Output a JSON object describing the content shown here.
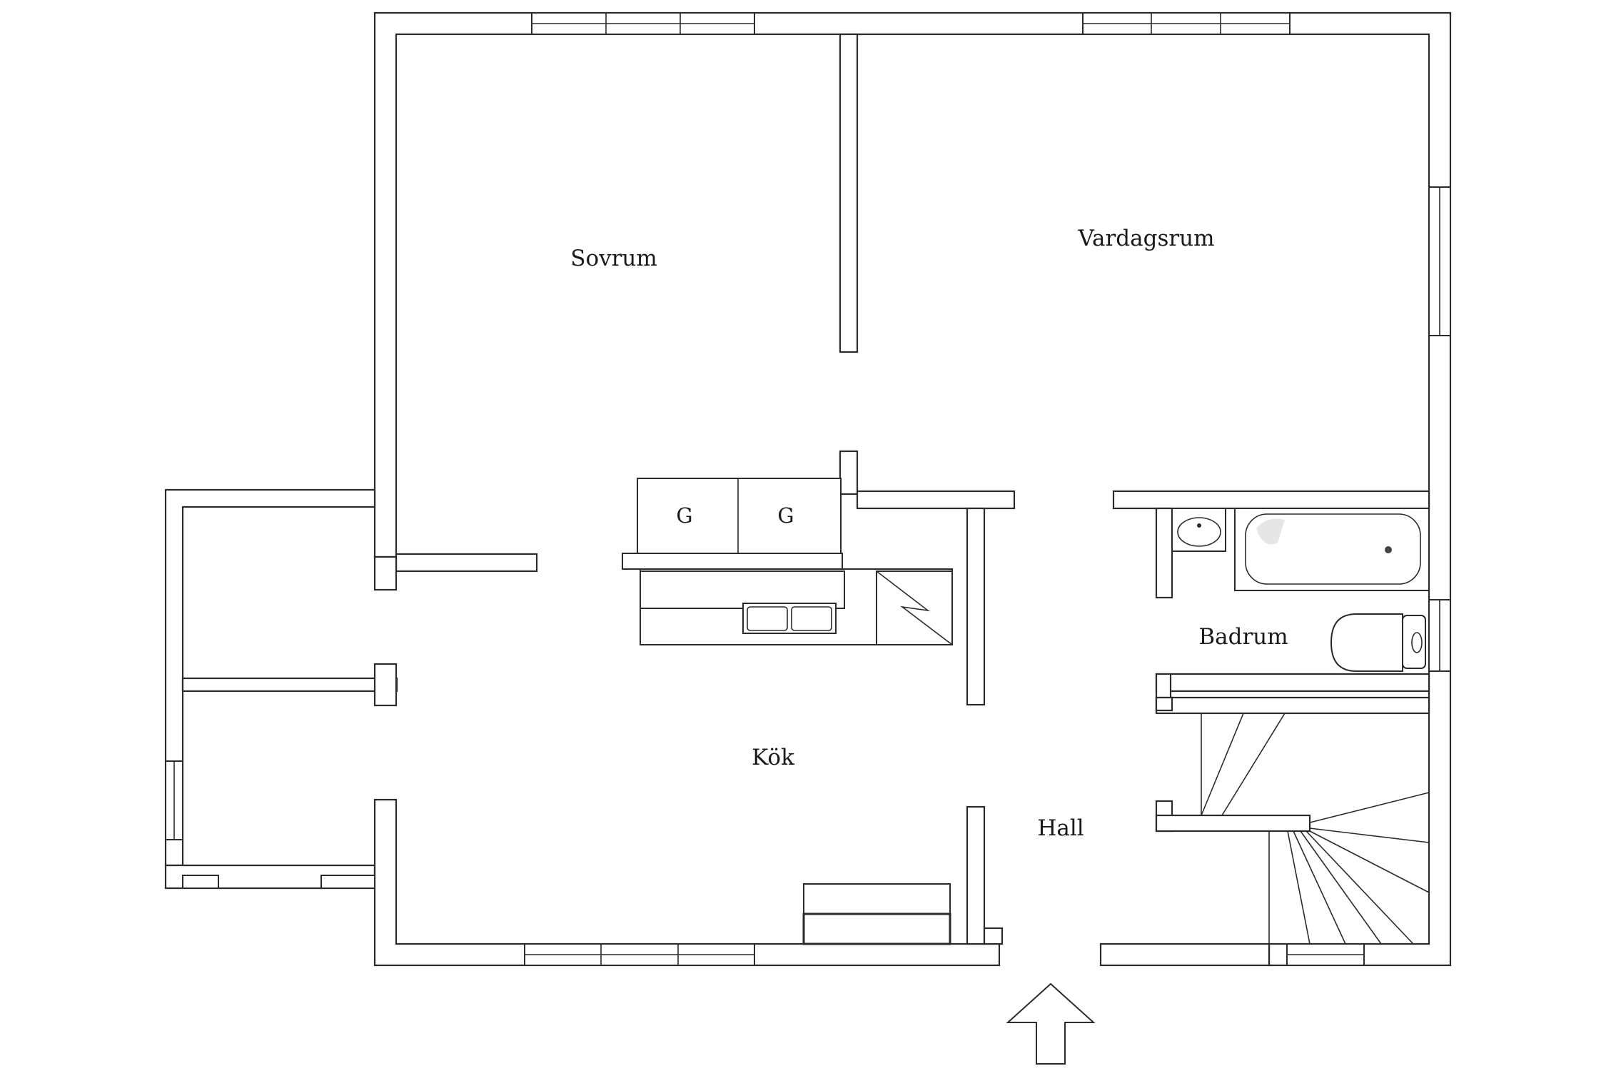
{
  "plan": {
    "rooms": [
      {
        "id": "sovrum",
        "label": "Sovrum"
      },
      {
        "id": "vardagsrum",
        "label": "Vardagsrum"
      },
      {
        "id": "kok",
        "label": "Kök"
      },
      {
        "id": "badrum",
        "label": "Badrum"
      },
      {
        "id": "hall",
        "label": "Hall"
      }
    ],
    "appliances": [
      {
        "id": "g1",
        "label": "G"
      },
      {
        "id": "g2",
        "label": "G"
      }
    ],
    "entrance_symbol": "entrance-arrow-icon"
  }
}
